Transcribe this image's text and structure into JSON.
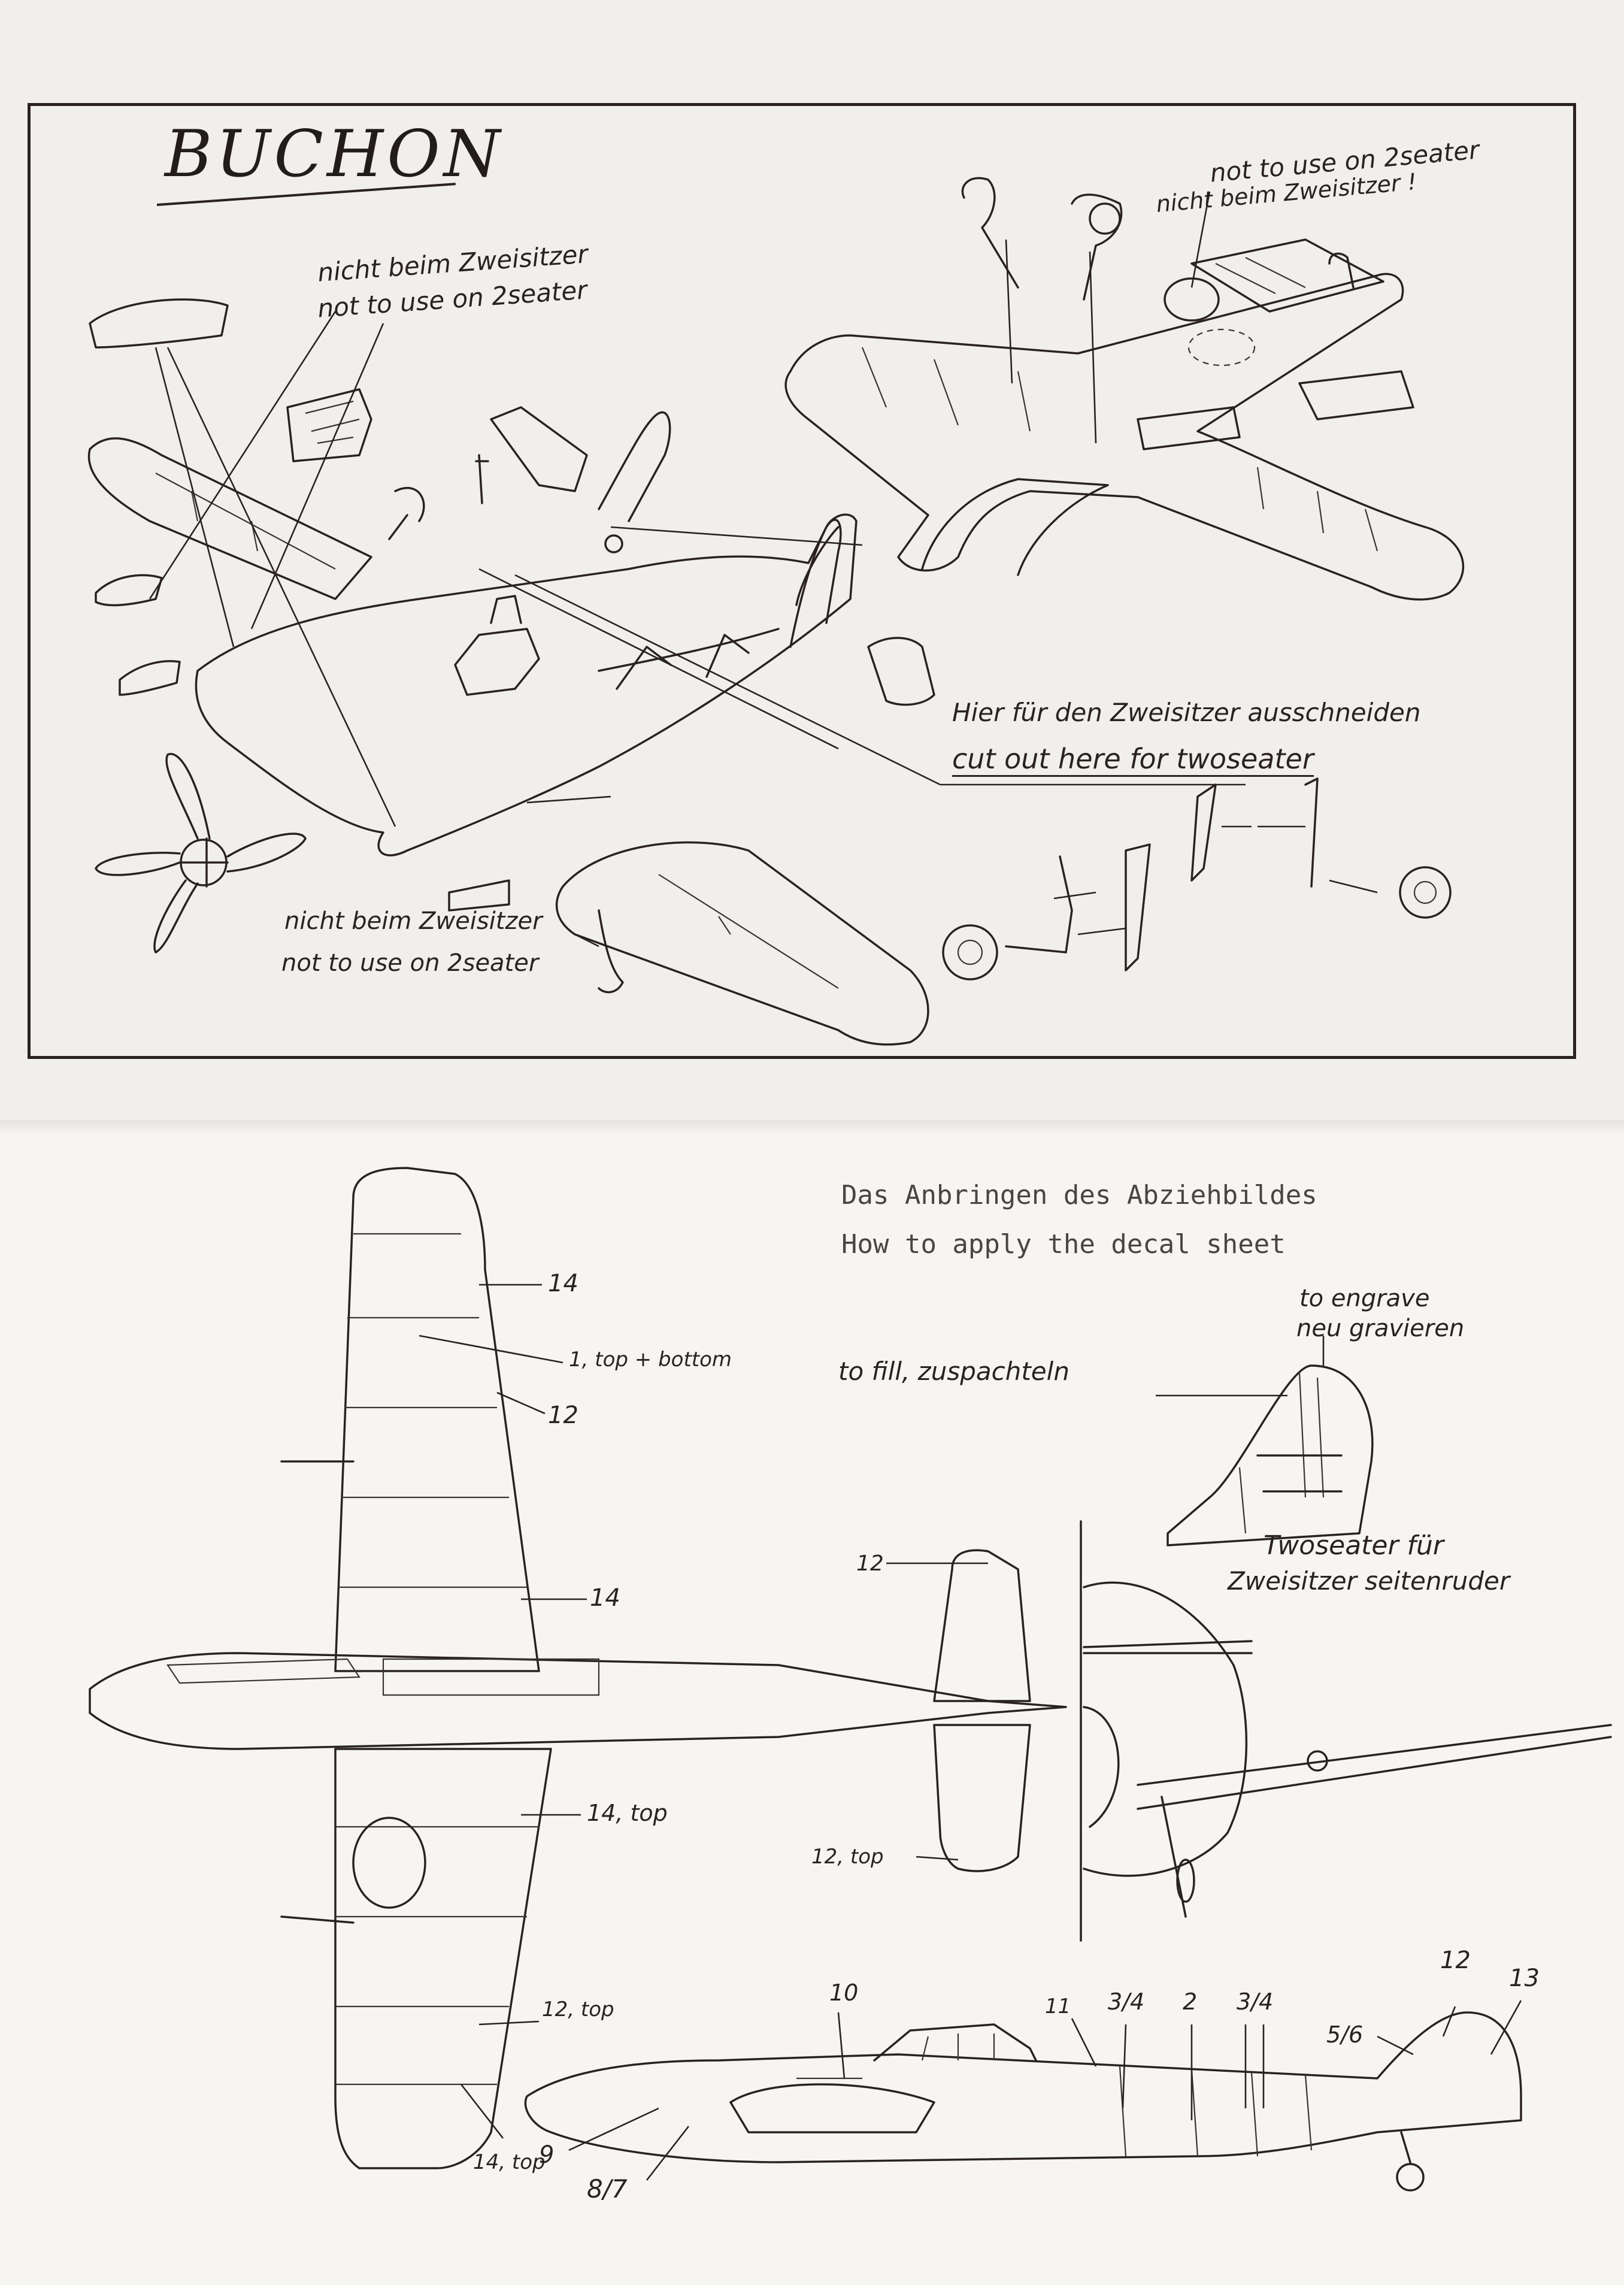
{
  "sheet": {
    "title": "BUCHON"
  },
  "assembly_notes": {
    "note_top_left": [
      "nicht beim Zweisitzer",
      "not to use on 2seater"
    ],
    "note_top_right": [
      "not to use on 2seater",
      "nicht beim Zweisitzer !"
    ],
    "note_cut": [
      "Hier für den Zweisitzer ausschneiden",
      "cut out here for twoseater"
    ],
    "note_bottom_left": [
      "nicht beim Zweisitzer",
      "not to use on 2seater"
    ]
  },
  "decal_section": {
    "heading_de": "Das Anbringen des Abziehbildes",
    "heading_en": "How to apply the decal sheet"
  },
  "rudder_notes": {
    "engrave": [
      "to engrave",
      "neu gravieren"
    ],
    "fill": "to fill, zuspachteln",
    "caption": [
      "Twoseater für",
      "Zweisitzer seitenruder"
    ]
  },
  "decal_callouts": {
    "wing_14a": "14",
    "wing_1": "1, top + bottom",
    "wing_12": "12",
    "wing_14b": "14",
    "wing_14top": "14, top",
    "wing_12top": "12, top",
    "wing_14top_b": "14, top",
    "tail_12": "12",
    "tail_12top": "12, top",
    "side_10": "10",
    "side_11": "11",
    "side_34a": "3/4",
    "side_2": "2",
    "side_34b": "3/4",
    "side_12": "12",
    "side_13": "13",
    "side_56": "5/6",
    "side_9": "9",
    "side_87": "8/7"
  }
}
